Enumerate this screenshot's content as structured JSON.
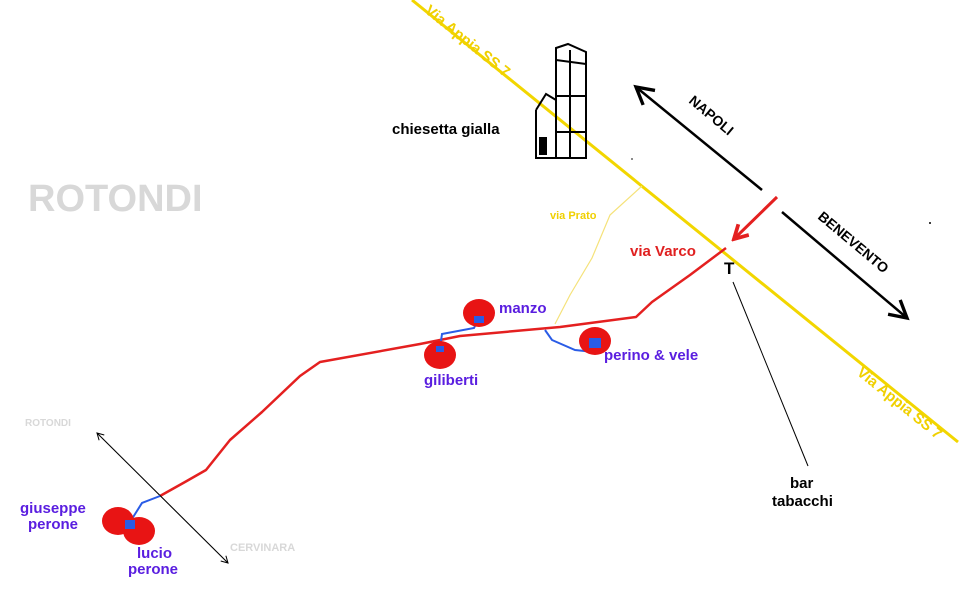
{
  "colors": {
    "main_road": "#f2d600",
    "via_varco": "#e42020",
    "driveway": "#2a5ce6",
    "house_marker": "#e81414",
    "house_dot": "#2a5ce6",
    "label_names": "#5a1ee0",
    "via_prato": "#f5e27a"
  },
  "town_label": "ROTONDI",
  "roads": {
    "via_appia_top": "Via Appia SS 7",
    "via_appia_bottom": "Via Appia SS 7",
    "via_varco": "via Varco",
    "via_prato": "via Prato"
  },
  "directions": {
    "napoli": "NAPOLI",
    "benevento": "BENEVENTO",
    "rotondi_small": "ROTONDI",
    "cervinara": "CERVINARA"
  },
  "landmarks": {
    "church": "chiesetta gialla",
    "church_icon": "church-tower-icon",
    "bar_marker": "T",
    "bar_line1": "bar",
    "bar_line2": "tabacchi"
  },
  "houses": {
    "manzo": "manzo",
    "giliberti": "giliberti",
    "perino": "perino & vele",
    "giuseppe_line1": "giuseppe",
    "giuseppe_line2": "perone",
    "lucio_line1": "lucio",
    "lucio_line2": "perone"
  }
}
